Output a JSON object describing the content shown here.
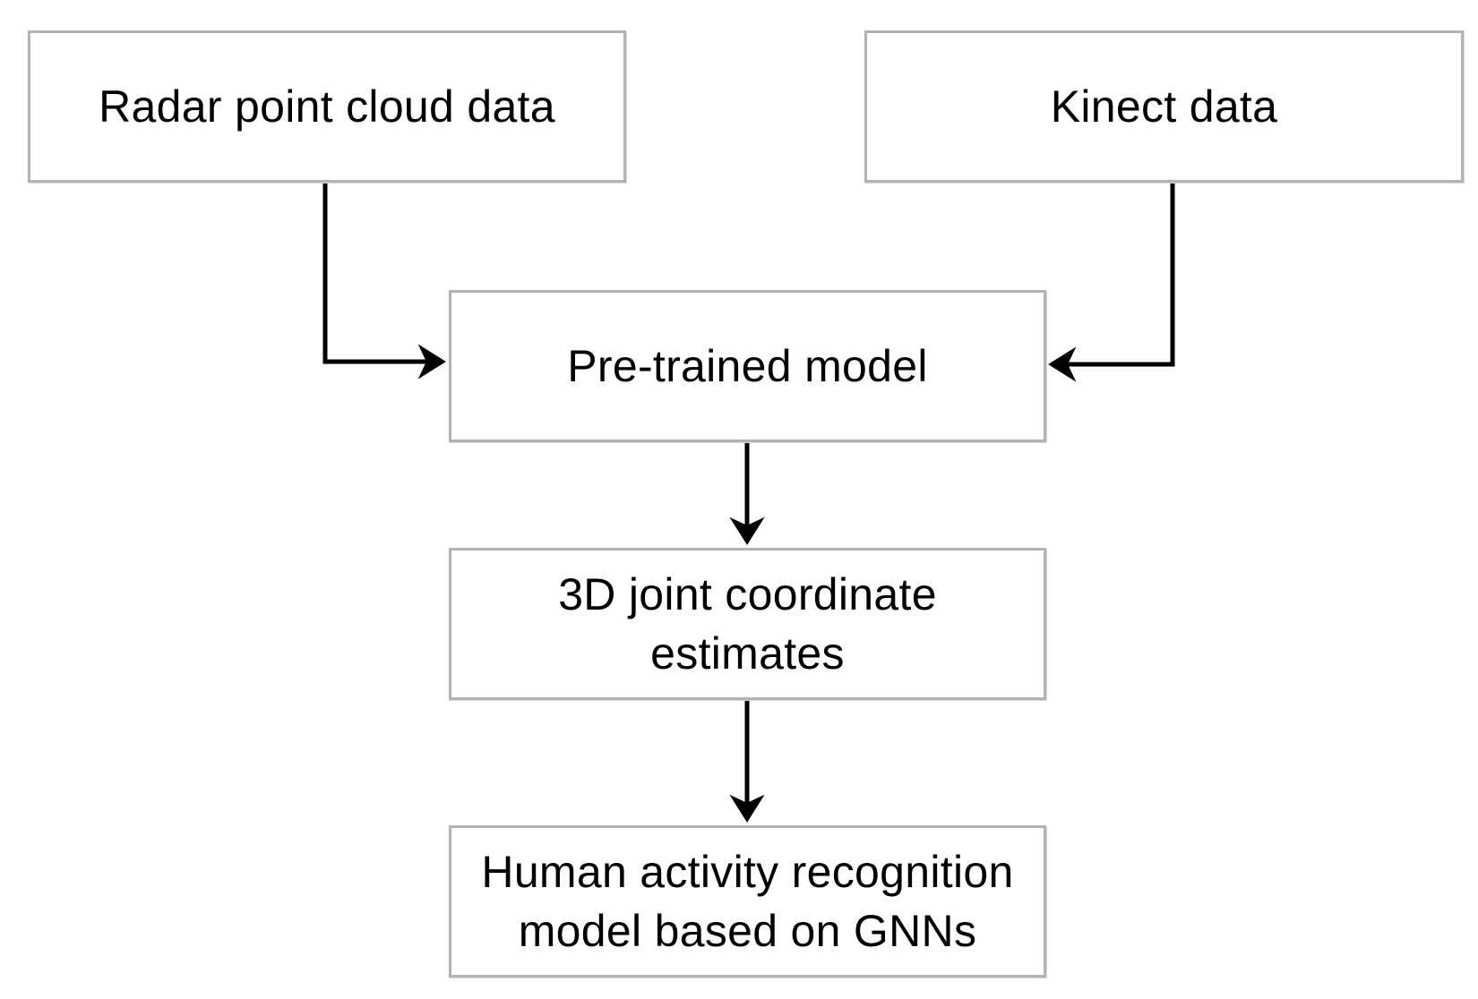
{
  "diagram": {
    "nodes": {
      "radar": "Radar point cloud data",
      "kinect": "Kinect data",
      "pretrained": "Pre-trained model",
      "joint": "3D joint coordinate\nestimates",
      "har": "Human activity recognition\nmodel based on GNNs"
    },
    "edges": [
      {
        "from": "radar",
        "to": "pretrained"
      },
      {
        "from": "kinect",
        "to": "pretrained"
      },
      {
        "from": "pretrained",
        "to": "joint"
      },
      {
        "from": "joint",
        "to": "har"
      }
    ]
  },
  "colors": {
    "box_border": "#b3b3b3",
    "arrow": "#000000",
    "text": "#000000",
    "background": "#ffffff"
  }
}
